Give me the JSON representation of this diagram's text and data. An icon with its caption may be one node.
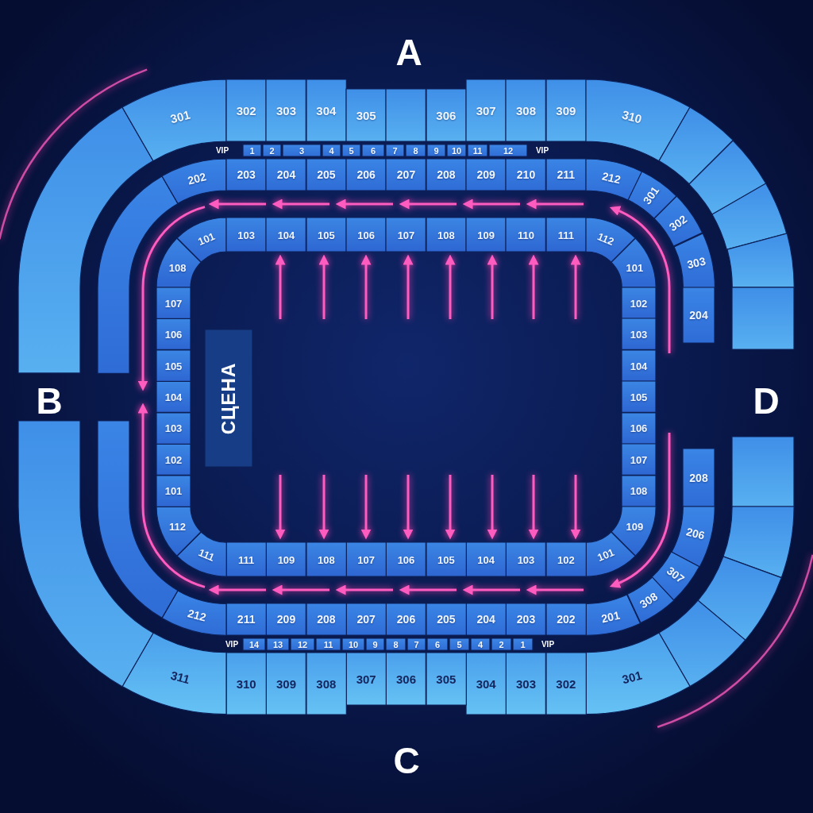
{
  "diagram": {
    "nodes": [
      {
        "text": [],
        "shape": "box"
      },
      {
        "text": [
          "301"
        ]
      },
      {
        "text": [
          "302"
        ]
      },
      {
        "text": [
          "303"
        ]
      },
      {
        "text": [
          "304"
        ]
      },
      {
        "text": [
          "305"
        ]
      },
      {
        "text": [],
        "shape": "box"
      },
      {
        "text": [
          "306"
        ]
      },
      {
        "text": [
          "307"
        ]
      },
      {
        "text": [
          "308"
        ]
      },
      {
        "text": [
          "309"
        ]
      },
      {
        "text": [
          "310"
        ]
      },
      {
        "text": [],
        "shape": "box"
      },
      {
        "text": [],
        "shape": "box"
      },
      {
        "text": [],
        "shape": "box"
      },
      {
        "text": [],
        "shape": "box"
      },
      {
        "text": [],
        "shape": "box"
      },
      {
        "text": [],
        "shape": "box"
      },
      {
        "text": [],
        "shape": "box"
      },
      {
        "text": [],
        "shape": "box"
      },
      {
        "text": [],
        "shape": "box"
      },
      {
        "text": [
          "301"
        ]
      },
      {
        "text": [
          "302"
        ]
      },
      {
        "text": [
          "303"
        ]
      },
      {
        "text": [
          "304"
        ]
      },
      {
        "text": [
          "305"
        ]
      },
      {
        "text": [
          "306"
        ]
      },
      {
        "text": [
          "307"
        ]
      },
      {
        "text": [
          "308"
        ]
      },
      {
        "text": [
          "309"
        ]
      },
      {
        "text": [
          "310"
        ]
      },
      {
        "text": [
          "311"
        ]
      },
      {
        "text": [],
        "shape": "box"
      },
      {
        "text": [
          "1"
        ]
      },
      {
        "text": [
          "2"
        ]
      },
      {
        "text": [
          "3"
        ]
      },
      {
        "text": [
          "4"
        ]
      },
      {
        "text": [
          "5"
        ]
      },
      {
        "text": [
          "6"
        ]
      },
      {
        "text": [
          "7"
        ]
      },
      {
        "text": [
          "8"
        ]
      },
      {
        "text": [
          "9"
        ]
      },
      {
        "text": [
          "10"
        ]
      },
      {
        "text": [
          "11"
        ]
      },
      {
        "text": [
          "12"
        ]
      },
      {
        "text": [
          "14"
        ]
      },
      {
        "text": [
          "13"
        ]
      },
      {
        "text": [
          "12"
        ]
      },
      {
        "text": [
          "11"
        ]
      },
      {
        "text": [
          "10"
        ]
      },
      {
        "text": [
          "9"
        ]
      },
      {
        "text": [
          "8"
        ]
      },
      {
        "text": [
          "7"
        ]
      },
      {
        "text": [
          "6"
        ]
      },
      {
        "text": [
          "5"
        ]
      },
      {
        "text": [
          "4"
        ]
      },
      {
        "text": [
          "2"
        ]
      },
      {
        "text": [
          "1"
        ]
      },
      {
        "text": [],
        "shape": "box"
      },
      {
        "text": [
          "202"
        ]
      },
      {
        "text": [
          "203"
        ]
      },
      {
        "text": [
          "204"
        ]
      },
      {
        "text": [
          "205"
        ]
      },
      {
        "text": [
          "206"
        ]
      },
      {
        "text": [
          "207"
        ]
      },
      {
        "text": [
          "208"
        ]
      },
      {
        "text": [
          "209"
        ]
      },
      {
        "text": [
          "210"
        ]
      },
      {
        "text": [
          "211"
        ]
      },
      {
        "text": [
          "212"
        ]
      },
      {
        "text": [
          "301"
        ]
      },
      {
        "text": [
          "302"
        ]
      },
      {
        "text": [
          "303"
        ]
      },
      {
        "text": [
          "204"
        ]
      },
      {
        "text": [
          "208"
        ]
      },
      {
        "text": [
          "206"
        ]
      },
      {
        "text": [
          "307"
        ]
      },
      {
        "text": [
          "308"
        ]
      },
      {
        "text": [
          "201"
        ]
      },
      {
        "text": [
          "202"
        ]
      },
      {
        "text": [
          "203"
        ]
      },
      {
        "text": [
          "204"
        ]
      },
      {
        "text": [
          "205"
        ]
      },
      {
        "text": [
          "206"
        ]
      },
      {
        "text": [
          "207"
        ]
      },
      {
        "text": [
          "208"
        ]
      },
      {
        "text": [
          "209"
        ]
      },
      {
        "text": [
          "211"
        ]
      },
      {
        "text": [
          "212"
        ]
      },
      {
        "text": [],
        "shape": "box"
      },
      {
        "text": [
          "108"
        ]
      },
      {
        "text": [
          "101"
        ]
      },
      {
        "text": [
          "103"
        ]
      },
      {
        "text": [
          "104"
        ]
      },
      {
        "text": [
          "105"
        ]
      },
      {
        "text": [
          "106"
        ]
      },
      {
        "text": [
          "107"
        ]
      },
      {
        "text": [
          "108"
        ]
      },
      {
        "text": [
          "109"
        ]
      },
      {
        "text": [
          "110"
        ]
      },
      {
        "text": [
          "111"
        ]
      },
      {
        "text": [
          "112"
        ]
      },
      {
        "text": [
          "101"
        ]
      },
      {
        "text": [
          "102"
        ]
      },
      {
        "text": [
          "103"
        ]
      },
      {
        "text": [
          "104"
        ]
      },
      {
        "text": [
          "105"
        ]
      },
      {
        "text": [
          "106"
        ]
      },
      {
        "text": [
          "107"
        ]
      },
      {
        "text": [
          "108"
        ]
      },
      {
        "text": [
          "109"
        ]
      },
      {
        "text": [
          "101"
        ]
      },
      {
        "text": [
          "102"
        ]
      },
      {
        "text": [
          "103"
        ]
      },
      {
        "text": [
          "104"
        ]
      },
      {
        "text": [
          "105"
        ]
      },
      {
        "text": [
          "106"
        ]
      },
      {
        "text": [
          "107"
        ]
      },
      {
        "text": [
          "108"
        ]
      },
      {
        "text": [
          "109"
        ]
      },
      {
        "text": [
          "111"
        ]
      },
      {
        "text": [
          "111"
        ]
      },
      {
        "text": [
          "112"
        ]
      },
      {
        "text": [
          "101"
        ]
      },
      {
        "text": [
          "102"
        ]
      },
      {
        "text": [
          "103"
        ]
      },
      {
        "text": [
          "104"
        ]
      },
      {
        "text": [
          "105"
        ]
      },
      {
        "text": [
          "106"
        ]
      },
      {
        "text": [
          "107"
        ]
      },
      {
        "text": [
          "СЦЕНА"
        ]
      }
    ],
    "labels": [
      "A",
      "VIP",
      "VIP",
      "B",
      "D",
      "VIP",
      "VIP",
      "C"
    ]
  }
}
